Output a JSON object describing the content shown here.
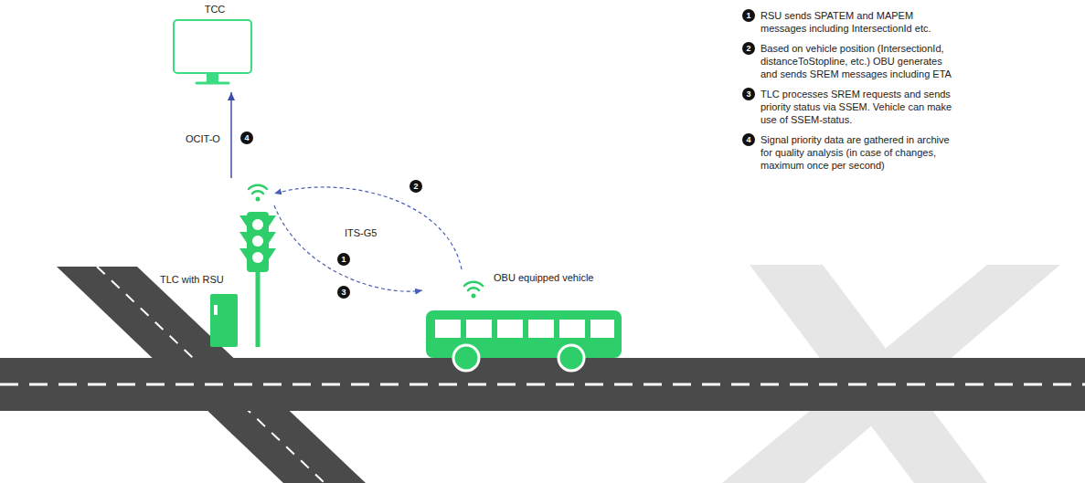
{
  "diagram": {
    "nodes": [
      {
        "text": [
          "TCC"
        ]
      },
      {
        "text": [
          "TLC with RSU"
        ]
      },
      {
        "text": [
          "OBU equipped vehicle"
        ]
      }
    ],
    "edges": [
      {
        "from": 1,
        "to": 0,
        "arrow": "to",
        "label": "OCIT-O"
      },
      {
        "from": 2,
        "to": 1,
        "arrow": "to"
      },
      {
        "from": 1,
        "to": 2,
        "arrow": "to"
      }
    ],
    "labels": [
      "1",
      "RSU sends SPATEM and MAPEM messages including IntersectionId etc.",
      "2",
      "Based on vehicle position (IntersectionId, distanceToStopline, etc.) OBU generates and sends SREM messages including ETA",
      "3",
      "TLC processes SREM requests and sends priority status via SSEM. Vehicle can make use of SSEM-status.",
      "4",
      "Signal priority data are gathered in archive for quality analysis (in case of changes, maximum once per second)",
      "4",
      "ITS-G5",
      "2",
      "1",
      "3"
    ]
  }
}
